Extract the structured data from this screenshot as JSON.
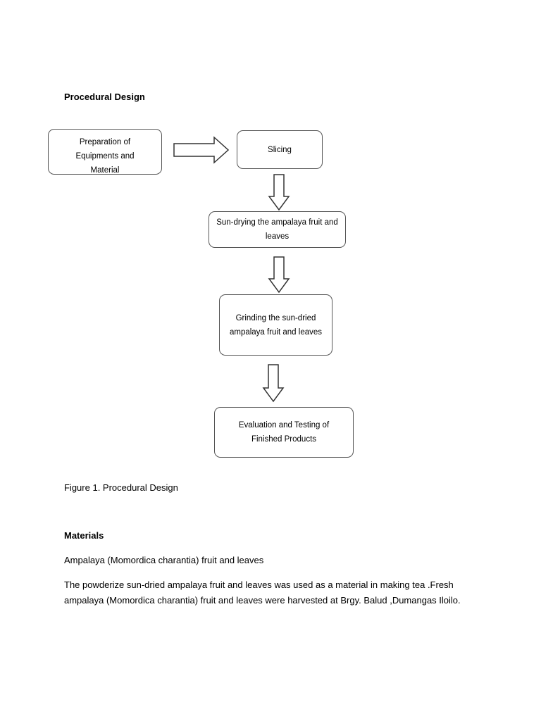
{
  "heading": "Procedural Design",
  "flowchart": {
    "steps": [
      "Preparation of Equipments and Material",
      "Slicing",
      "Sun-drying the ampalaya fruit and leaves",
      "Grinding the sun-dried ampalaya fruit and leaves",
      "Evaluation and Testing of Finished Products"
    ]
  },
  "caption": "Figure 1. Procedural Design",
  "materials": {
    "heading": "Materials",
    "subheading": "Ampalaya (Momordica charantia) fruit and leaves",
    "body": "The powderize sun-dried ampalaya fruit and leaves was used as a material in making tea  .Fresh ampalaya (Momordica charantia) fruit and leaves were harvested at Brgy. Balud ,Dumangas Iloilo."
  }
}
